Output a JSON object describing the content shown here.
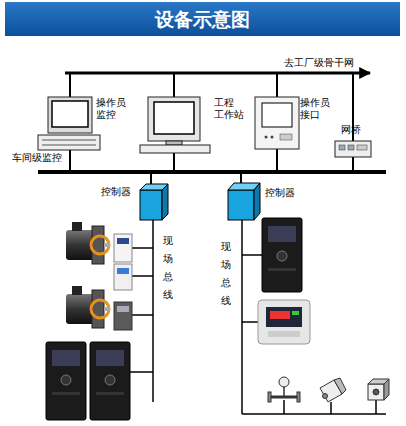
{
  "diagram": {
    "title": "设备示意图",
    "nodes": [
      {
        "text": [
          "操作员 监控"
        ]
      },
      {
        "text": [
          "工程 工作站"
        ]
      },
      {
        "text": [
          "操作员 接口"
        ]
      },
      {
        "text": [
          "网桥"
        ]
      },
      {
        "text": [
          "控制器"
        ]
      },
      {
        "text": [
          "控制器"
        ]
      }
    ],
    "labels": [
      "去工厂级骨干网",
      "车间级监控",
      "现 场 总 线",
      "现 场 总 线"
    ]
  }
}
